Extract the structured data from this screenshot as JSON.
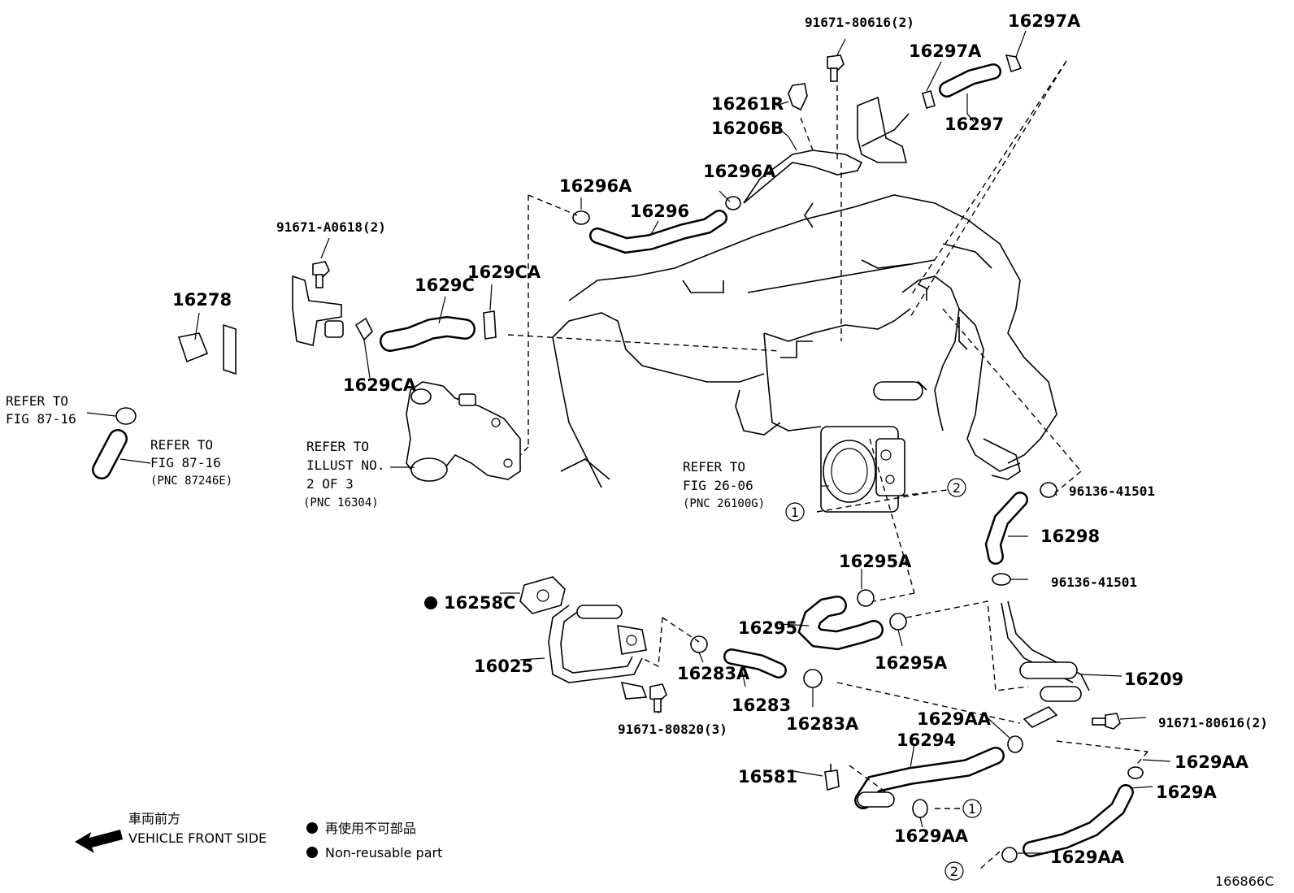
{
  "labels": {
    "p91671_80616_top": "91671-80616(2)",
    "p16297A_a": "16297A",
    "p16297A_b": "16297A",
    "p16297": "16297",
    "p16261R": "16261R",
    "p16206B": "16206B",
    "p16296A_a": "16296A",
    "p16296A_b": "16296A",
    "p16296": "16296",
    "p91671_A0618": "91671-A0618(2)",
    "p16278": "16278",
    "p1629C": "1629C",
    "p1629CA_a": "1629CA",
    "p1629CA_b": "1629CA",
    "p96136_41501_a": "96136-41501",
    "p96136_41501_b": "96136-41501",
    "p16298": "16298",
    "p16295A_a": "16295A",
    "p16295A_b": "16295A",
    "p16295": "16295",
    "p16258C": "16258C",
    "p16025": "16025",
    "p16283A_a": "16283A",
    "p16283A_b": "16283A",
    "p16283": "16283",
    "p91671_80820": "91671-80820(3)",
    "p16209": "16209",
    "p91671_80616_right": "91671-80616(2)",
    "p1629AA_a": "1629AA",
    "p1629AA_b": "1629AA",
    "p1629AA_c": "1629AA",
    "p1629AA_d": "1629AA",
    "p16294": "16294",
    "p16581": "16581",
    "p1629A": "1629A"
  },
  "refs": {
    "ref_fig8716_a": [
      "REFER TO",
      "FIG 87-16"
    ],
    "ref_fig8716_b": [
      "REFER TO",
      "FIG 87-16",
      "(PNC 87246E)"
    ],
    "ref_illust": [
      "REFER TO",
      "ILLUST NO.",
      "2 OF 3",
      "(PNC 16304)"
    ],
    "ref_fig2606": [
      "REFER TO",
      "FIG 26-06",
      "(PNC 26100G)"
    ]
  },
  "callouts": {
    "c1_a": "1",
    "c2_a": "2",
    "c1_b": "1",
    "c2_b": "2"
  },
  "legend": {
    "front_jp": "車両前方",
    "front_en": "VEHICLE FRONT SIDE",
    "nonreuse_jp": "再使用不可部品",
    "nonreuse_en": "Non-reusable part"
  },
  "figure_id": "166866C"
}
